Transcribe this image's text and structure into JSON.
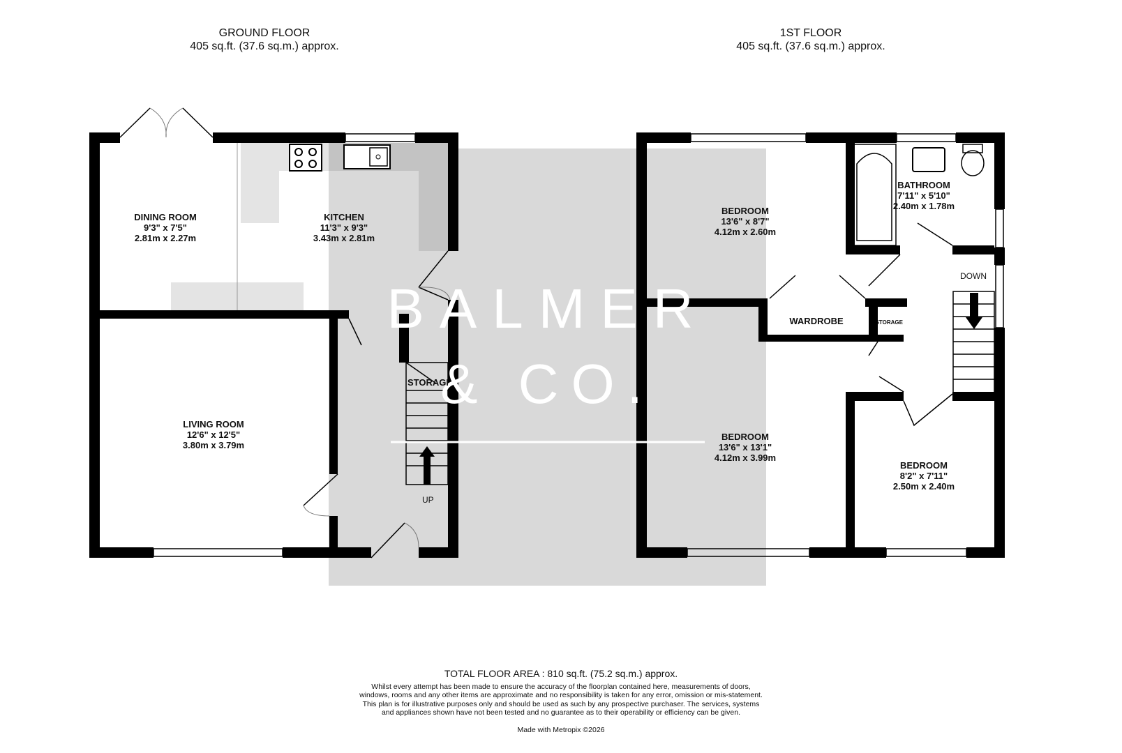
{
  "ground_floor": {
    "title": "GROUND FLOOR",
    "area": "405 sq.ft. (37.6 sq.m.) approx."
  },
  "first_floor": {
    "title": "1ST FLOOR",
    "area": "405 sq.ft. (37.6 sq.m.) approx."
  },
  "rooms": {
    "dining": {
      "name": "DINING ROOM",
      "imperial": "9'3\"  x 7'5\"",
      "metric": "2.81m  x 2.27m"
    },
    "kitchen": {
      "name": "KITCHEN",
      "imperial": "11'3\"  x 9'3\"",
      "metric": "3.43m  x 2.81m"
    },
    "living": {
      "name": "LIVING ROOM",
      "imperial": "12'6\"  x 12'5\"",
      "metric": "3.80m  x 3.79m"
    },
    "storage_ground": {
      "name": "STORAGE"
    },
    "bedroom1": {
      "name": "BEDROOM",
      "imperial": "13'6\"  x 8'7\"",
      "metric": "4.12m  x 2.60m"
    },
    "bathroom": {
      "name": "BATHROOM",
      "imperial": "7'11\"  x 5'10\"",
      "metric": "2.40m  x 1.78m"
    },
    "wardrobe": {
      "name": "WARDROBE"
    },
    "storage_first": {
      "name": "STORAGE"
    },
    "bedroom2": {
      "name": "BEDROOM",
      "imperial": "13'6\"  x 13'1\"",
      "metric": "4.12m  x 3.99m"
    },
    "bedroom3": {
      "name": "BEDROOM",
      "imperial": "8'2\"  x 7'11\"",
      "metric": "2.50m  x 2.40m"
    }
  },
  "stairs": {
    "up": "UP",
    "down": "DOWN"
  },
  "watermark": {
    "line1": "BALMER",
    "line2": "& CO."
  },
  "footer": {
    "total": "TOTAL FLOOR AREA : 810 sq.ft. (75.2 sq.m.) approx.",
    "disclaimer": "Whilst every attempt has been made to ensure the accuracy of the floorplan contained here, measurements of doors, windows, rooms and any other items are approximate and no responsibility is taken for any error, omission or mis-statement. This plan is for illustrative purposes only and should be used as such by any prospective purchaser. The services, systems and appliances shown have not been tested and no guarantee as to their operability or efficiency can be given.",
    "credit": "Made with Metropix ©2026"
  },
  "colors": {
    "wall": "#000000",
    "watermark_bg": "#d9d9d9",
    "counter": "#e6e6e6"
  }
}
